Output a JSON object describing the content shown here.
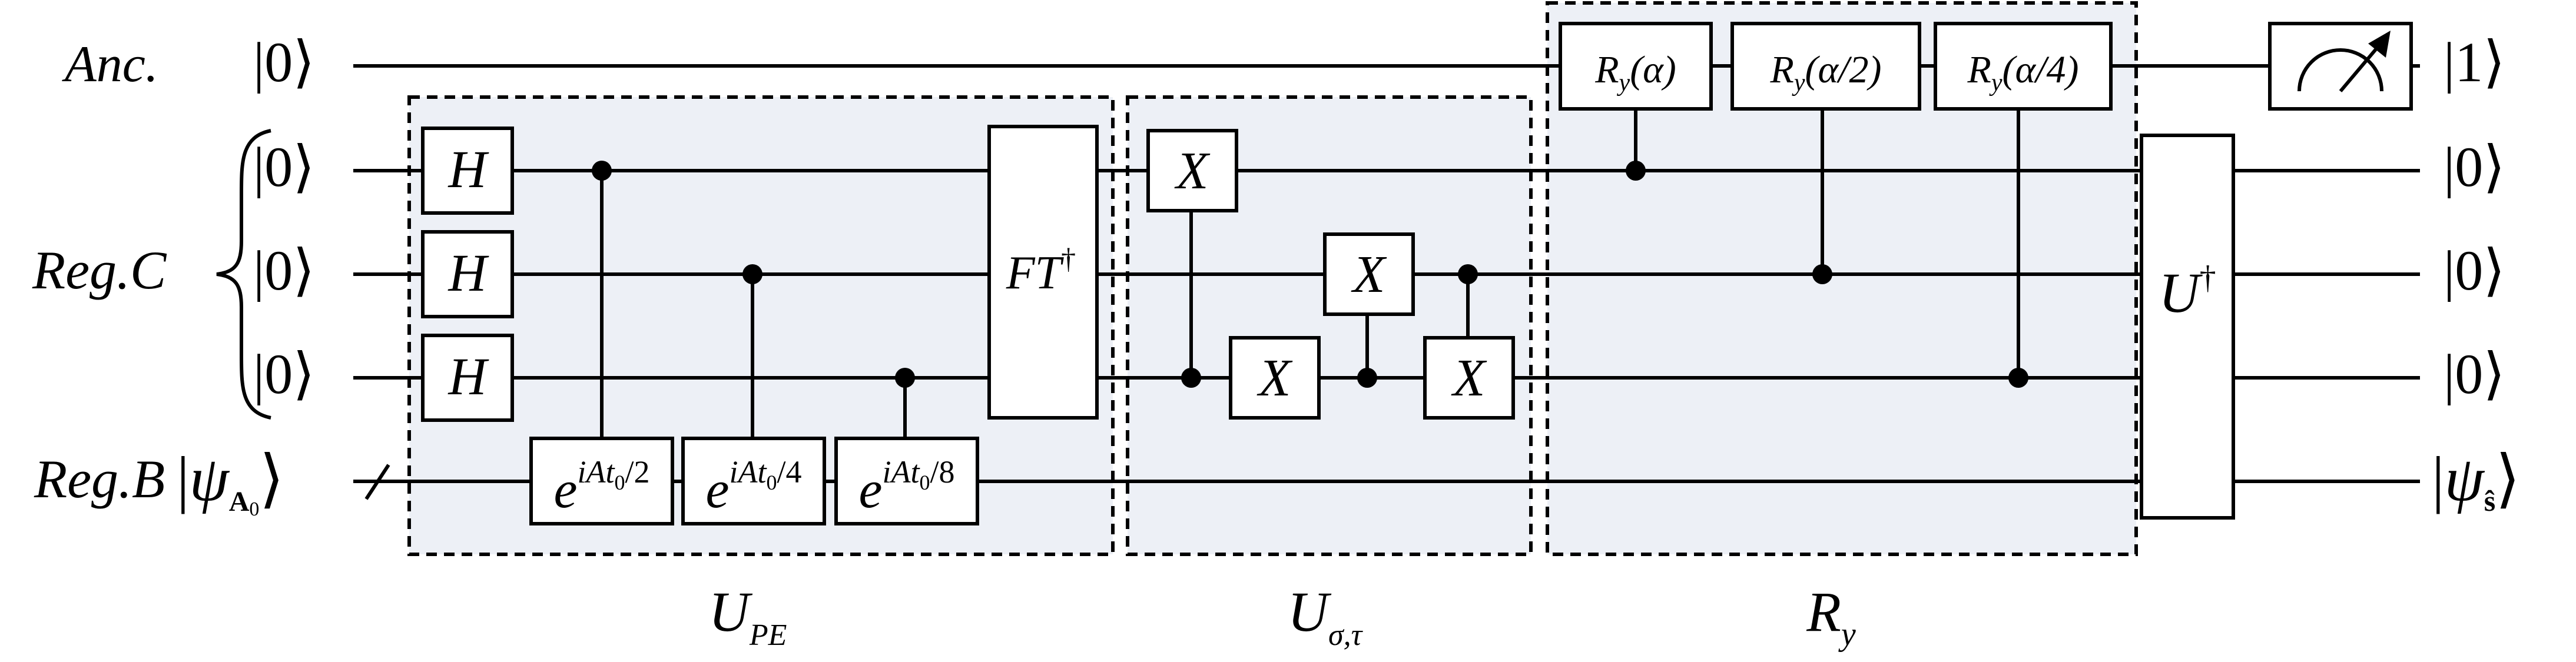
{
  "registers": {
    "anc": {
      "label": "Anc.",
      "input": "0",
      "output": "1"
    },
    "c": {
      "label": "Reg.C",
      "inputs": [
        "0",
        "0",
        "0"
      ],
      "outputs": [
        "0",
        "0",
        "0"
      ]
    },
    "b": {
      "label": "Reg.B",
      "input": "ψ",
      "input_sub": "A",
      "input_subsub": "0",
      "output": "ψ",
      "output_sub": "ŝ"
    }
  },
  "gates": {
    "h": "H",
    "exp_base": "e",
    "exp_sup": [
      "iAt",
      "iAt",
      "iAt"
    ],
    "exp_sup_sub": [
      "0",
      "0",
      "0"
    ],
    "exp_sup_tail": [
      "/2",
      "/4",
      "/8"
    ],
    "ft": "FT",
    "dagger": "†",
    "x": "X",
    "ry": "R",
    "ry_sub": "y",
    "ry_args": [
      "(α)",
      "(α/2)",
      "(α/4)"
    ],
    "udag": "U"
  },
  "blocks": {
    "upe": {
      "main": "U",
      "sub": "PE"
    },
    "usig": {
      "main": "U",
      "sub": "σ,τ"
    },
    "ry": {
      "main": "R",
      "sub": "y"
    }
  },
  "colors": {
    "block_fill": "#edf0f6",
    "line": "#000000"
  },
  "icons": {
    "measure": "meter-icon",
    "bus": "slash-icon"
  }
}
